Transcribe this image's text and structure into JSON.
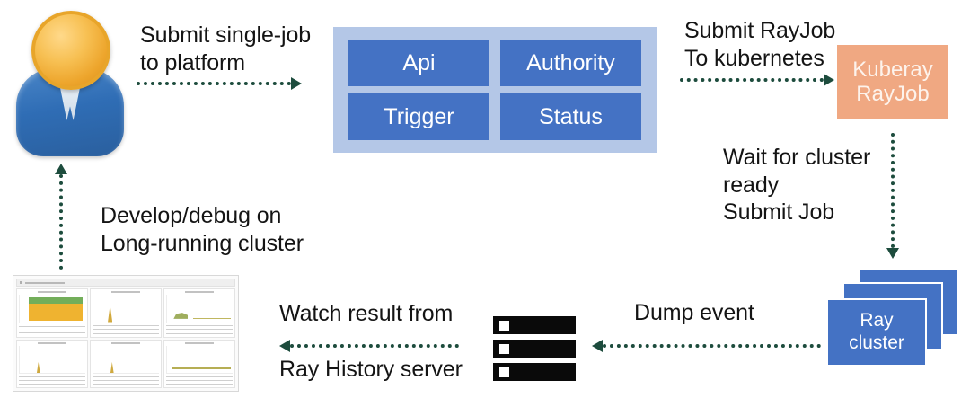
{
  "diagram": {
    "title": "Ray job submission architecture flow",
    "colors": {
      "arrow": "#1d4c3d",
      "platform_container": "#b4c7e7",
      "platform_cell": "#4472c4",
      "kuberay": "#f0a882",
      "ray_cluster": "#4472c4",
      "server_rack": "#0a0a0a",
      "avatar_head": "#f0ab2e",
      "avatar_body": "#2f6db5"
    },
    "nodes": {
      "user": {
        "icon": "user-avatar-icon",
        "label": ""
      },
      "platform": {
        "cells": [
          {
            "label": "Api"
          },
          {
            "label": "Authority"
          },
          {
            "label": "Trigger"
          },
          {
            "label": "Status"
          }
        ]
      },
      "kuberay": {
        "label": "Kuberay\nRayJob"
      },
      "ray_cluster": {
        "label": "Ray\ncluster",
        "stack_count": 3
      },
      "history_server": {
        "icon": "server-rack-icon",
        "units": 3
      },
      "dashboard": {
        "icon": "dashboard-thumbnail",
        "panel_count": 6
      }
    },
    "edges": {
      "submit_single_job": {
        "label": "Submit single-job\nto platform",
        "direction": "right"
      },
      "submit_rayjob": {
        "label": "Submit RayJob\nTo kubernetes",
        "direction": "right"
      },
      "wait_for_cluster": {
        "label": "Wait for cluster\nready\nSubmit Job",
        "direction": "down"
      },
      "dump_event": {
        "label": "Dump event",
        "direction": "left"
      },
      "watch_result": {
        "label_top": "Watch result from",
        "label_bottom": "Ray History server",
        "direction": "left"
      },
      "develop_debug": {
        "label": "Develop/debug on\nLong-running cluster",
        "direction": "up"
      }
    }
  }
}
